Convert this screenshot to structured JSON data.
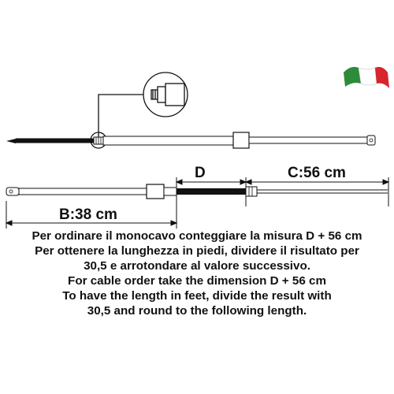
{
  "flag": {
    "colors": [
      "#2e8b3a",
      "#ffffff",
      "#d7262e"
    ]
  },
  "labels": {
    "d": "D",
    "c": "C:56 cm",
    "b": "B:38 cm"
  },
  "instructions": {
    "it_line1": "Per ordinare il monocavo conteggiare la misura D + 56 cm",
    "it_line2": "Per ottenere la lunghezza in piedi, dividere il risultato per",
    "it_line3": "30,5 e arrotondare al valore successivo.",
    "en_line1": "For cable order take the dimension D + 56 cm",
    "en_line2": "To have the length in feet, divide the result with",
    "en_line3": "30,5 and round to the following length."
  }
}
